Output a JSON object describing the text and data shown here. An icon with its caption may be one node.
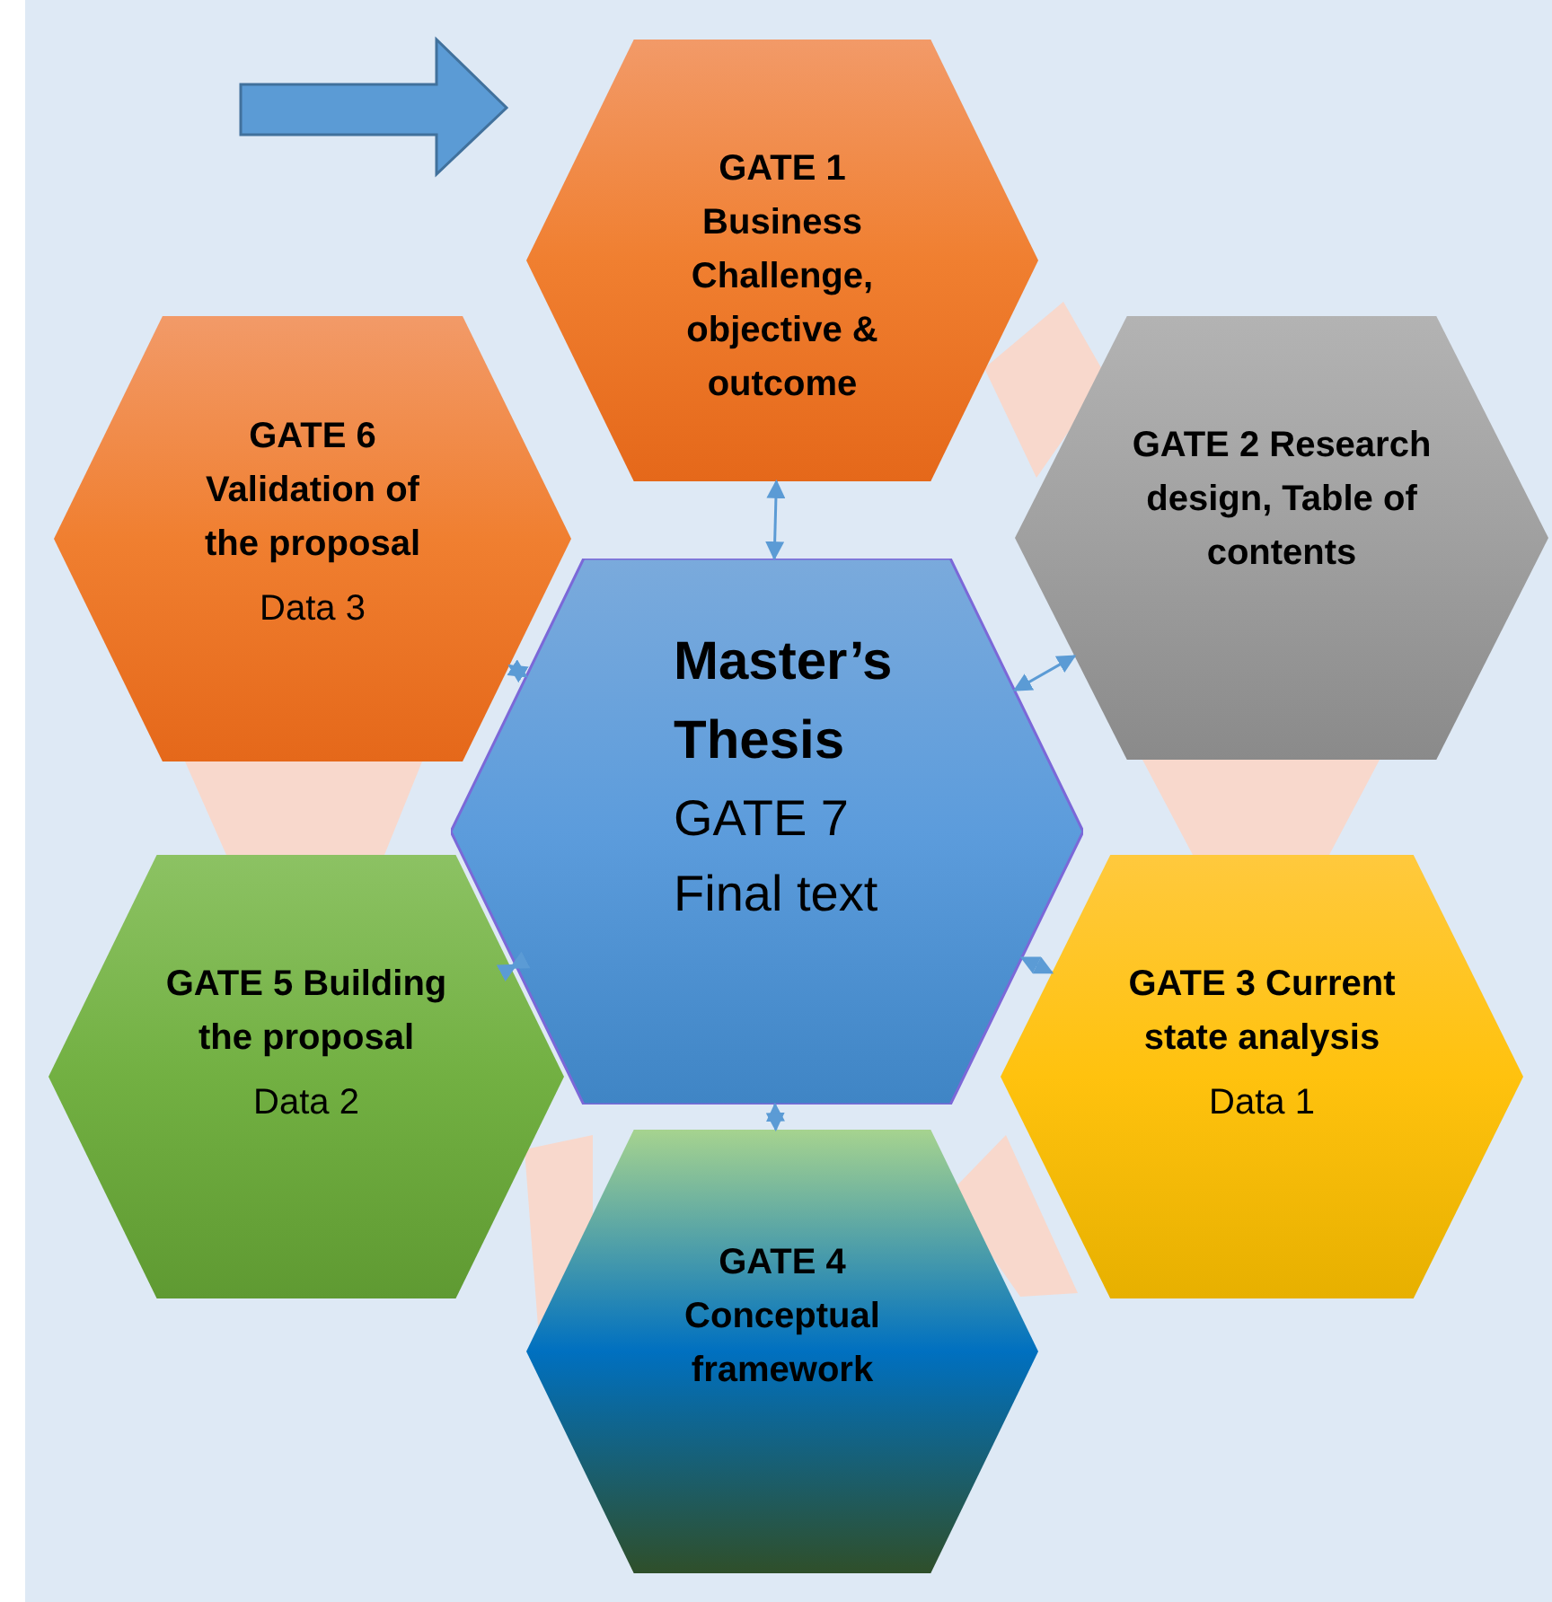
{
  "diagram": {
    "nodes": [
      {
        "text": [
          "GATE 1 Business Challenge, objective & outcome"
        ]
      },
      {
        "text": [
          "GATE 6 Validation of the proposal",
          "Data 3"
        ]
      },
      {
        "text": [
          "GATE 2 Research design, Table of contents"
        ]
      },
      {
        "text": [
          "Master’s Thesis",
          "GATE 7 Final text"
        ]
      },
      {
        "text": [
          "GATE 5 Building the proposal",
          "Data 2"
        ]
      },
      {
        "text": [
          "GATE 3 Current state analysis",
          "Data 1"
        ]
      },
      {
        "text": [
          "GATE 4 Conceptual framework"
        ]
      }
    ],
    "edges": [
      {
        "from": 3,
        "to": 0,
        "arrow": "both"
      },
      {
        "from": 3,
        "to": 1,
        "arrow": "both"
      },
      {
        "from": 3,
        "to": 2,
        "arrow": "both"
      },
      {
        "from": 3,
        "to": 4,
        "arrow": "both"
      },
      {
        "from": 3,
        "to": 5,
        "arrow": "both"
      },
      {
        "from": 3,
        "to": 6,
        "arrow": "both"
      }
    ]
  }
}
